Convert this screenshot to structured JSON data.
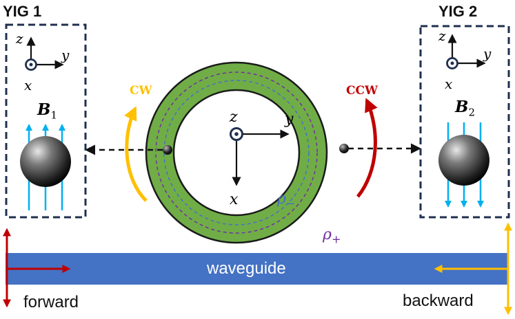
{
  "yig1": {
    "title": "YIG 1",
    "axis_z": "z",
    "axis_y": "y",
    "axis_x": "x",
    "field_symbol": "B",
    "field_sub": "1",
    "field_direction": "up"
  },
  "yig2": {
    "title": "YIG 2",
    "axis_z": "z",
    "axis_y": "y",
    "axis_x": "x",
    "field_symbol": "B",
    "field_sub": "2",
    "field_direction": "down"
  },
  "ring": {
    "axis_z": "z",
    "axis_y": "y",
    "axis_x": "x",
    "rho_minus": "ρ",
    "rho_minus_sub": "−",
    "rho_plus": "ρ",
    "rho_plus_sub": "+"
  },
  "modes": {
    "cw": "CW",
    "ccw": "CCW"
  },
  "waveguide": {
    "label": "waveguide"
  },
  "ports": {
    "forward": "forward",
    "backward": "backward"
  },
  "colors": {
    "ring_green": "#70ad47",
    "waveguide_blue": "#4472c4",
    "field_cyan": "#00b0f0",
    "cw_yellow": "#ffc000",
    "ccw_red": "#c00000",
    "box_navy": "#1f2f4e",
    "inner_dash_blue": "#4472c4",
    "outer_dash_purple": "#7030a0"
  }
}
